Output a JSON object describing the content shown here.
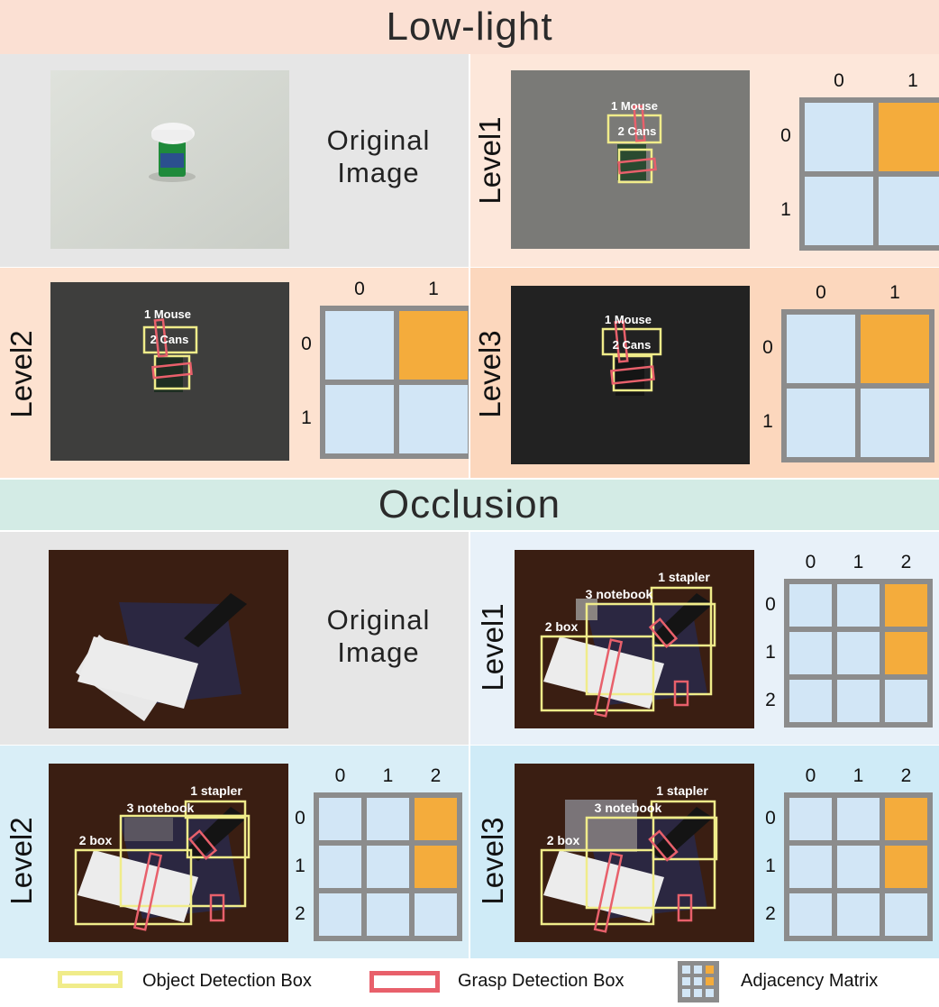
{
  "sections": {
    "lowlight": "Low-light",
    "occlusion": "Occlusion"
  },
  "original_label_line1": "Original",
  "original_label_line2": "Image",
  "levels": [
    "Level1",
    "Level2",
    "Level3"
  ],
  "lowlight_labels": {
    "mouse": "1 Mouse",
    "cans": "2 Cans"
  },
  "occlusion_labels": {
    "stapler": "1 stapler",
    "notebook": "3 notebook",
    "box": "2 box"
  },
  "matrix_2": {
    "indices": [
      "0",
      "1"
    ],
    "values": [
      [
        0,
        1
      ],
      [
        0,
        0
      ]
    ]
  },
  "matrix_3": {
    "indices": [
      "0",
      "1",
      "2"
    ],
    "values": [
      [
        0,
        0,
        1
      ],
      [
        0,
        0,
        1
      ],
      [
        0,
        0,
        0
      ]
    ]
  },
  "legend": {
    "object": "Object Detection Box",
    "grasp": "Grasp Detection Box",
    "matrix": "Adjacency Matrix"
  },
  "colors": {
    "lowlight_banner": "#fbe0d3",
    "occlusion_banner": "#d3ebe5",
    "object_box": "#f0ec8a",
    "grasp_box": "#e8606b",
    "matrix_on": "#f4ac3c",
    "matrix_off": "#d2e6f6"
  }
}
